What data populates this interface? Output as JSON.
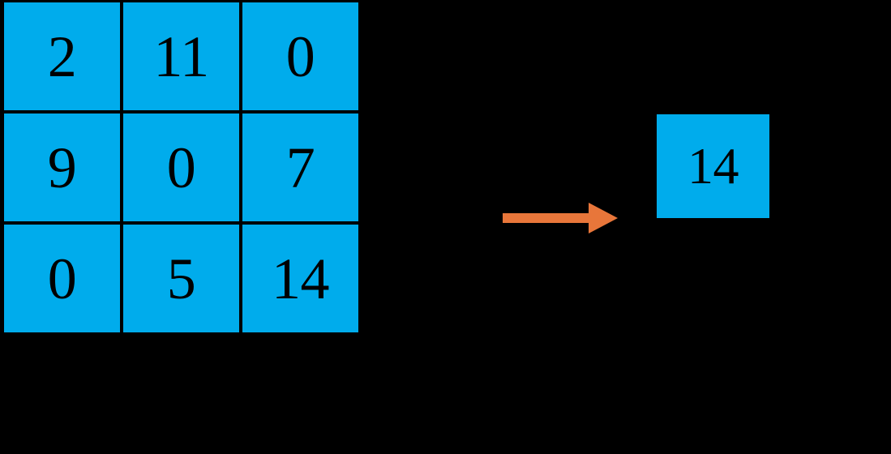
{
  "diagram": {
    "type": "matrix-max-reduction",
    "background_color": "#000000",
    "cell_color": "#00ACEC",
    "text_color": "#000000",
    "arrow_color": "#E8763A",
    "source_matrix": {
      "rows": 3,
      "cols": 3,
      "values": [
        [
          "2",
          "11",
          "0"
        ],
        [
          "9",
          "0",
          "7"
        ],
        [
          "0",
          "5",
          "14"
        ]
      ],
      "flat_values": [
        "2",
        "11",
        "0",
        "9",
        "0",
        "7",
        "0",
        "5",
        "14"
      ]
    },
    "arrow": {
      "icon": "arrow-right-icon",
      "direction": "right",
      "color": "#E8763A"
    },
    "result": {
      "value": "14",
      "label": "14"
    }
  }
}
